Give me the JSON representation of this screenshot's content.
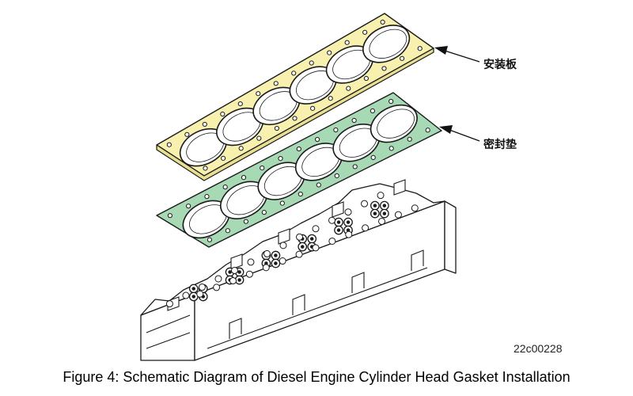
{
  "labels": {
    "mounting_plate": "安装板",
    "gasket": "密封垫"
  },
  "drawing_code": "22c00228",
  "caption": "Figure 4: Schematic Diagram of Diesel Engine Cylinder Head Gasket Installation",
  "colors": {
    "mounting_plate_fill": "#F7F0AE",
    "gasket_fill": "#A7D9B5",
    "line": "#1A1A1A"
  }
}
